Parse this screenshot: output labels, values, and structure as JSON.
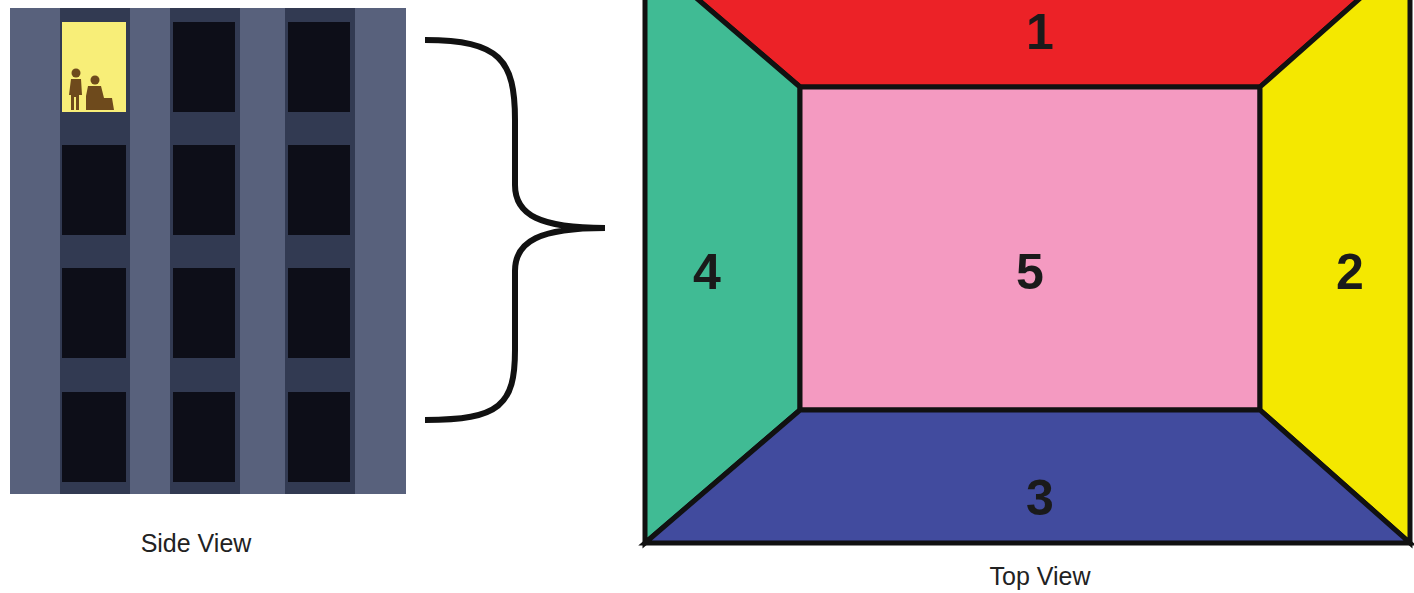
{
  "diagram": {
    "nodes": [
      {
        "text": [
          "1"
        ]
      },
      {
        "text": [
          "4"
        ]
      },
      {
        "text": [
          "5"
        ]
      },
      {
        "text": [
          "2"
        ]
      },
      {
        "text": [
          "3"
        ]
      }
    ],
    "labels": [
      "Side View",
      "Top View"
    ]
  }
}
